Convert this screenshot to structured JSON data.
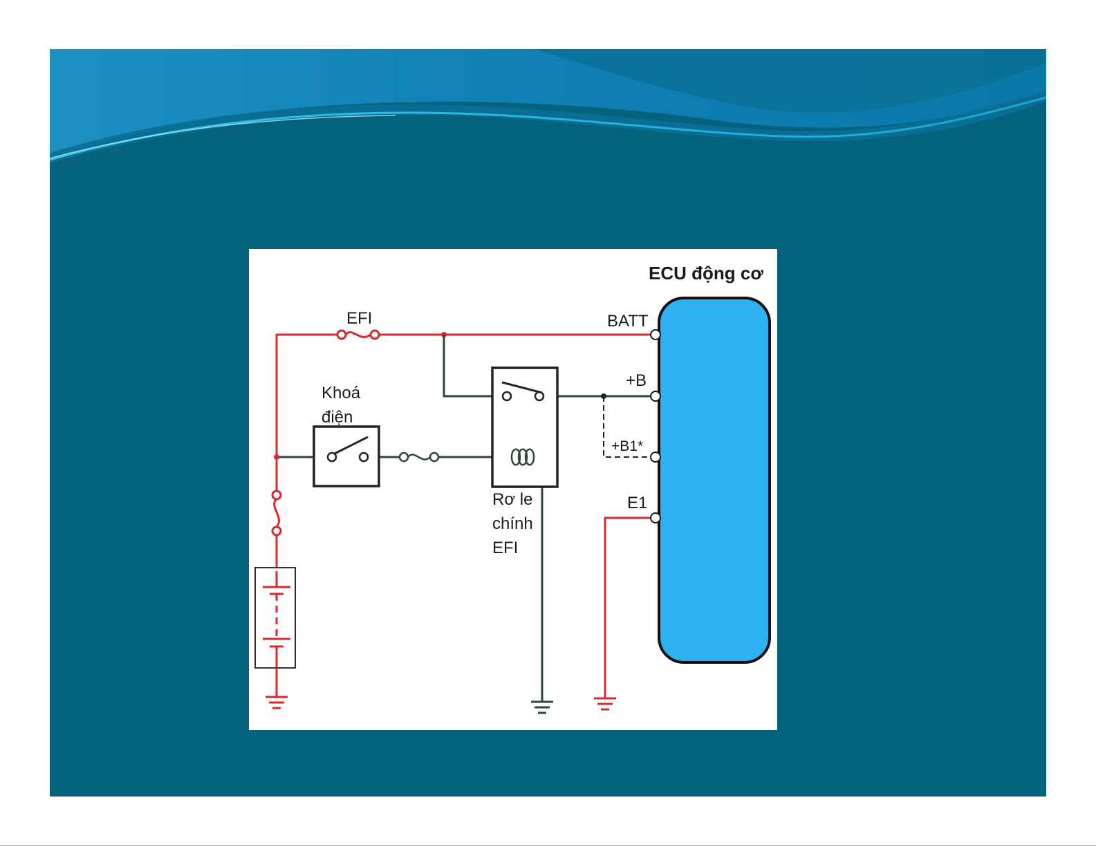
{
  "colors": {
    "slide_background": "#05627d",
    "power_wire": "#d8292f",
    "signal_wire": "#2a4a34",
    "ecu_fill": "#2fb0f0"
  },
  "diagram": {
    "ecu_title": "ECU động cơ",
    "fuse_label": "EFI",
    "ignition_switch_label_line1": "Khoá",
    "ignition_switch_label_line2": "điện",
    "relay_label_line1": "Rơ le",
    "relay_label_line2": "chính",
    "relay_label_line3": "EFI",
    "terminals": {
      "batt": "BATT",
      "plus_b": "+B",
      "plus_b1": "+B1*",
      "e1": "E1"
    }
  }
}
